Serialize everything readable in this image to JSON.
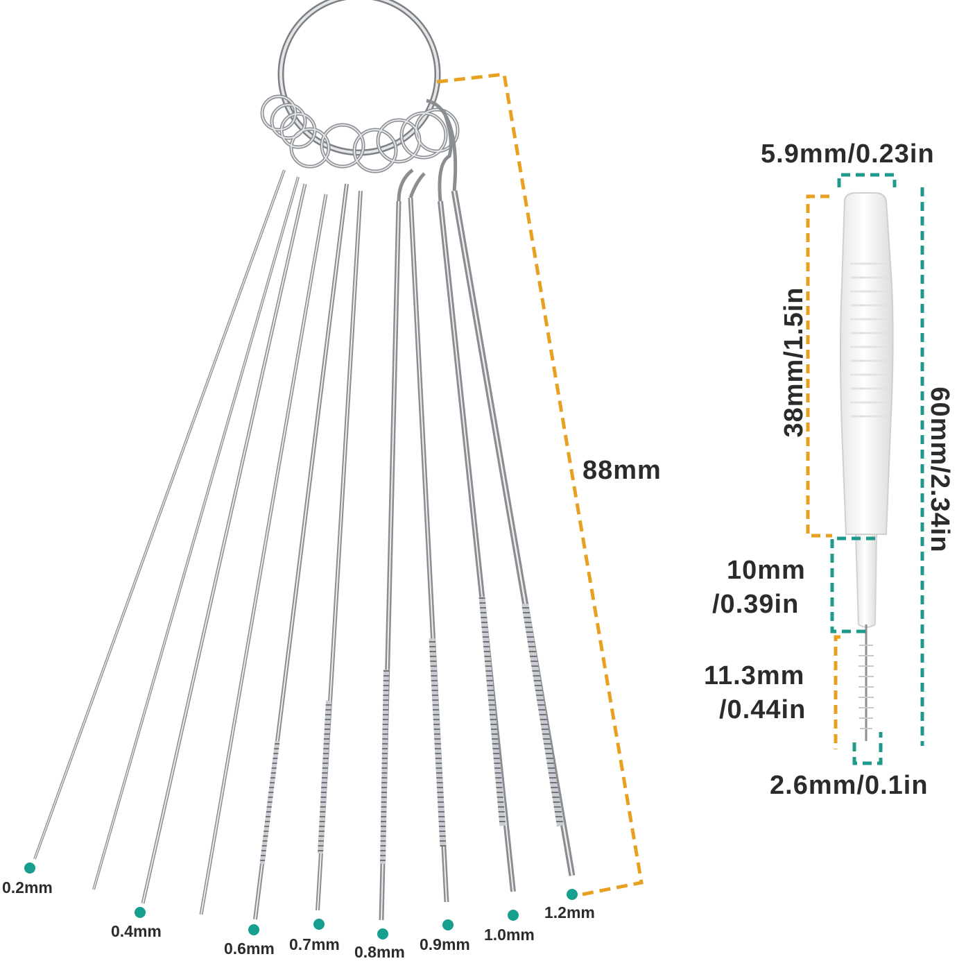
{
  "needle_labels": [
    "0.2mm",
    "0.4mm",
    "0.6mm",
    "0.7mm",
    "0.8mm",
    "0.9mm",
    "1.0mm",
    "1.2mm"
  ],
  "dimensions": {
    "needle_length": "88mm",
    "brush_width_top": "5.9mm/0.23in",
    "handle_length": "38mm/1.5in",
    "total_length": "60mm/2.34in",
    "neck_length_1": "10mm",
    "neck_length_2": "/0.39in",
    "bristle_length_1": "11.3mm",
    "bristle_length_2": "/0.44in",
    "tip_width": "2.6mm/0.1in"
  },
  "colors": {
    "orange_dash": "#E8A020",
    "teal_dash": "#1E9A8C",
    "dot": "#169E8E",
    "steel": "#9a9ea3",
    "text": "#2b2b2b"
  }
}
